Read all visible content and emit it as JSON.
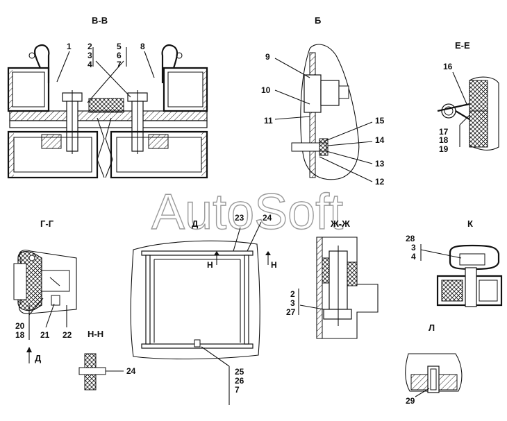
{
  "watermark": "AutoSoft",
  "views": {
    "vv": "В-В",
    "b": "Б",
    "ee": "Е-Е",
    "gg": "Г-Г",
    "d": "Д",
    "zhzh": "Ж-Ж",
    "k": "К",
    "nn": "Н-Н",
    "l": "Л"
  },
  "callouts": {
    "n1": "1",
    "n2": "2",
    "n3": "3",
    "n4": "4",
    "n5": "5",
    "n6": "6",
    "n7": "7",
    "n8": "8",
    "n9": "9",
    "n10": "10",
    "n11": "11",
    "n12": "12",
    "n13": "13",
    "n14": "14",
    "n15": "15",
    "n16": "16",
    "n17": "17",
    "n18": "18",
    "n19": "19",
    "n20": "20",
    "n18b": "18",
    "n21": "21",
    "n22": "22",
    "n23": "23",
    "n24": "24",
    "h1": "Н",
    "h2": "Н",
    "n25": "25",
    "n26": "26",
    "n7b": "7",
    "zh2": "2",
    "zh3": "3",
    "n27": "27",
    "n28": "28",
    "k3": "3",
    "k4": "4",
    "d_arrow": "Д",
    "n24b": "24",
    "n29": "29"
  }
}
